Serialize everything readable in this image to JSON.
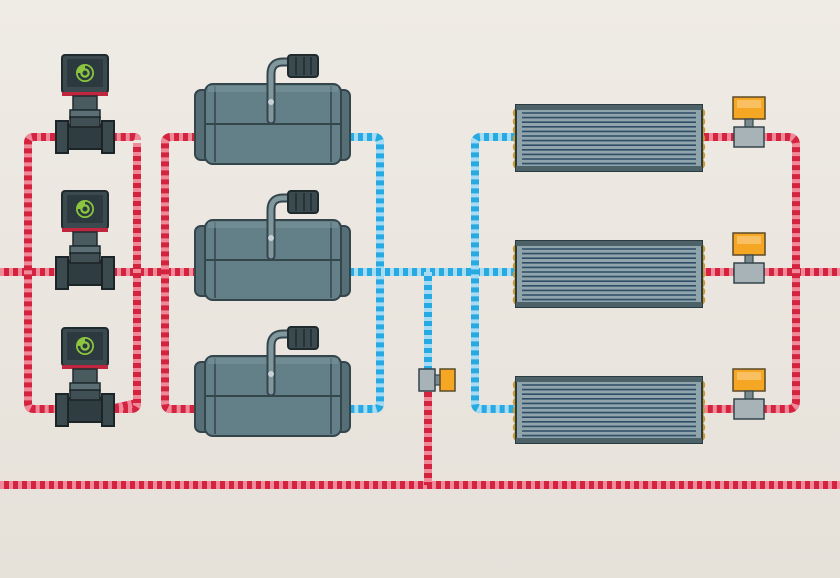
{
  "colors": {
    "background": "#eeeae4",
    "hot_pipe": "#d4233f",
    "hot_pipe_stripe": "#f08a9a",
    "cold_pipe": "#27a9e1",
    "cold_pipe_stripe": "#a8dcf5",
    "equipment_body": "#637f87",
    "equipment_outline": "#34454b",
    "pump_screen": "#8cc63f",
    "valve_actuator": "#f5a623",
    "coil": "#c99a2e"
  },
  "diagram": {
    "pumps": [
      {
        "id": "pump-1",
        "icon": "circular-pump-icon"
      },
      {
        "id": "pump-2",
        "icon": "circular-pump-icon"
      },
      {
        "id": "pump-3",
        "icon": "circular-pump-icon"
      }
    ],
    "chillers": [
      {
        "id": "chiller-1",
        "icon": "chiller-icon"
      },
      {
        "id": "chiller-2",
        "icon": "chiller-icon"
      },
      {
        "id": "chiller-3",
        "icon": "chiller-icon"
      }
    ],
    "heat_exchangers": [
      {
        "id": "coil-1",
        "icon": "heat-exchanger-icon"
      },
      {
        "id": "coil-2",
        "icon": "heat-exchanger-icon"
      },
      {
        "id": "coil-3",
        "icon": "heat-exchanger-icon"
      }
    ],
    "control_valves": [
      {
        "id": "valve-1",
        "icon": "control-valve-icon"
      },
      {
        "id": "valve-2",
        "icon": "control-valve-icon"
      },
      {
        "id": "valve-3",
        "icon": "control-valve-icon"
      },
      {
        "id": "bypass-valve",
        "icon": "bypass-valve-icon"
      }
    ]
  }
}
